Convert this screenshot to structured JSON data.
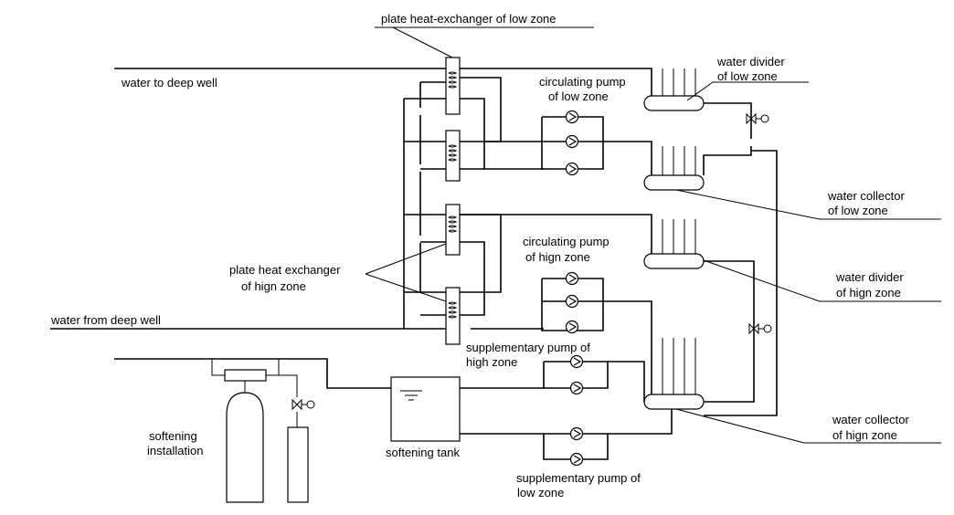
{
  "labels": {
    "plate_hx_low_zone": "plate heat-exchanger of low zone",
    "water_to_deep_well": "water to deep well",
    "circ_pump_low_1": "circulating pump",
    "circ_pump_low_2": "of low zone",
    "water_divider_low_1": "water divider",
    "water_divider_low_2": "of low zone",
    "water_collector_low_1": "water collector",
    "water_collector_low_2": "of low zone",
    "circ_pump_high_1": "circulating pump",
    "circ_pump_high_2": "of hign zone",
    "plate_hx_high_1": "plate heat exchanger",
    "plate_hx_high_2": "of hign zone",
    "water_divider_high_1": "water divider",
    "water_divider_high_2": "of hign zone",
    "water_from_deep_well": "water from deep well",
    "supp_pump_high_1": "supplementary pump of",
    "supp_pump_high_2": "high zone",
    "softening_install_1": "softening",
    "softening_install_2": "installation",
    "softening_tank": "softening tank",
    "water_collector_high_1": "water collector",
    "water_collector_high_2": "of hign zone",
    "supp_pump_low_1": "supplementary pump of",
    "supp_pump_low_2": "low zone"
  }
}
